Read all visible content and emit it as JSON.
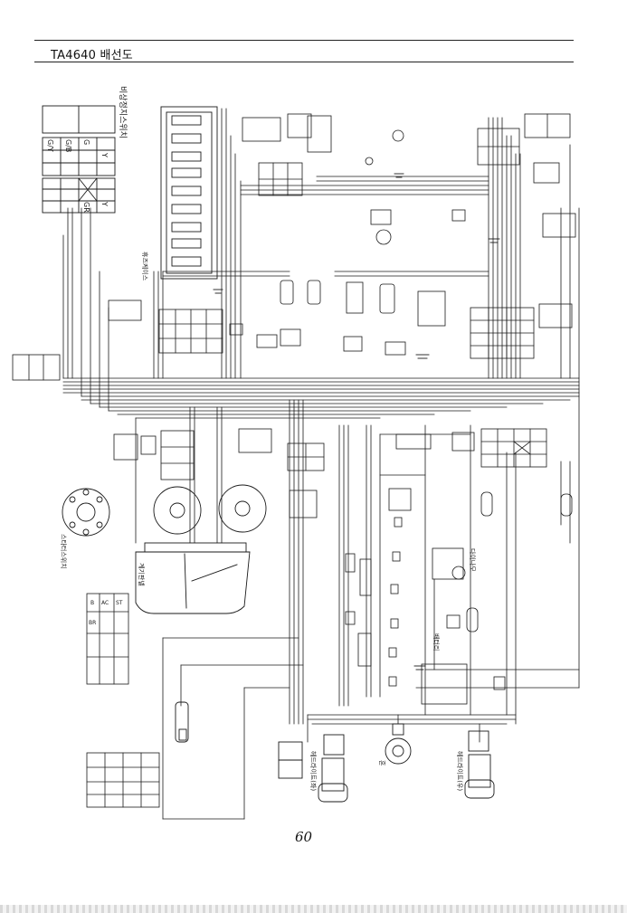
{
  "header": {
    "title": "TA4640 배선도"
  },
  "page_number": "60",
  "labels": {
    "emergency_stop_switch": "비상정지스위치",
    "fuse_case": "휴즈케이스",
    "instrument_panel": "계기판넬",
    "starter_switch": "스타터스위치",
    "battery": "배터리",
    "alternator": "다이나모",
    "head_lamp_right": "헤드라이트(우)",
    "head_lamp_left": "헤드라이트(좌)",
    "horn": "혼"
  },
  "switch_tables": {
    "emergency": {
      "rows": [
        [
          "G/Y",
          "G/B"
        ],
        [
          "Y",
          "G"
        ],
        [
          "Y",
          "GR"
        ]
      ]
    },
    "starter": {
      "header": [
        "B",
        "AC",
        "ST",
        "BR"
      ]
    }
  },
  "colors": {
    "ink": "#1a1a1a",
    "paper": "#ffffff",
    "rule": "#222222"
  }
}
